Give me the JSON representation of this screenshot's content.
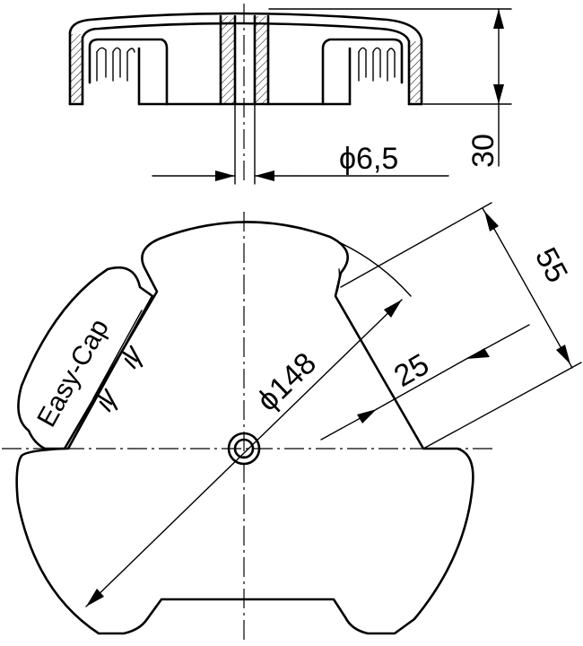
{
  "dimensions": {
    "height": "30",
    "hole_diameter": "ϕ6,5",
    "outer_diameter": "ϕ148",
    "tab_width": "25",
    "tab_length": "55"
  },
  "label": "Easy-Cap"
}
